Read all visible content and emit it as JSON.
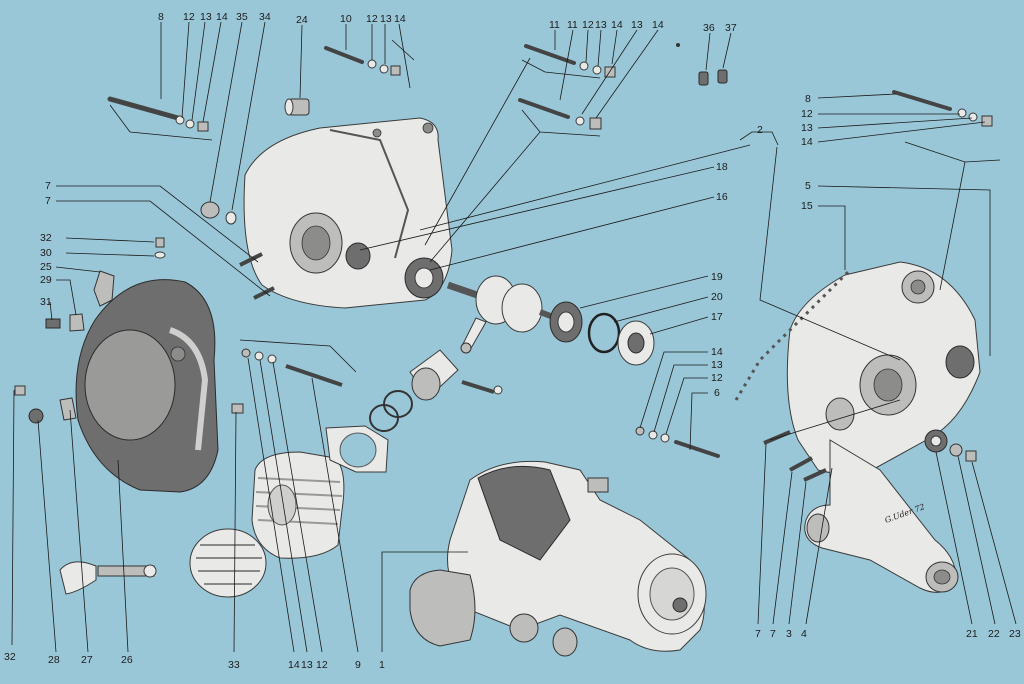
{
  "labels": {
    "l8a": "8",
    "l12a": "12",
    "l13a": "13",
    "l14a": "14",
    "l35": "35",
    "l34": "34",
    "l24": "24",
    "l10": "10",
    "l12b": "12",
    "l13b": "13",
    "l14b": "14",
    "l11a": "11",
    "l11b": "11",
    "l12c": "12",
    "l13c": "13",
    "l14c": "14",
    "l13d": "13",
    "l14d": "14",
    "l36": "36",
    "l37": "37",
    "l2": "2",
    "l18": "18",
    "l16": "16",
    "l8b": "8",
    "l12d": "12",
    "l13e": "13",
    "l14e": "14",
    "l5": "5",
    "l15": "15",
    "l7a": "7",
    "l7b": "7",
    "l32a": "32",
    "l30": "30",
    "l25": "25",
    "l29": "29",
    "l31": "31",
    "l19": "19",
    "l20": "20",
    "l17": "17",
    "l14f": "14",
    "l13f": "13",
    "l12e": "12",
    "l6": "6",
    "l32b": "32",
    "l28": "28",
    "l27": "27",
    "l26": "26",
    "l33": "33",
    "l14g": "14",
    "l13g": "13",
    "l12f": "12",
    "l9": "9",
    "l1": "1",
    "l7c": "7",
    "l7d": "7",
    "l3": "3",
    "l4": "4",
    "l21": "21",
    "l22": "22",
    "l23": "23"
  },
  "signature": "G.Uder 72",
  "colors": {
    "background": "#9ac7d8",
    "linework": "#1a1a1a",
    "parts": "#e9e9e7"
  }
}
